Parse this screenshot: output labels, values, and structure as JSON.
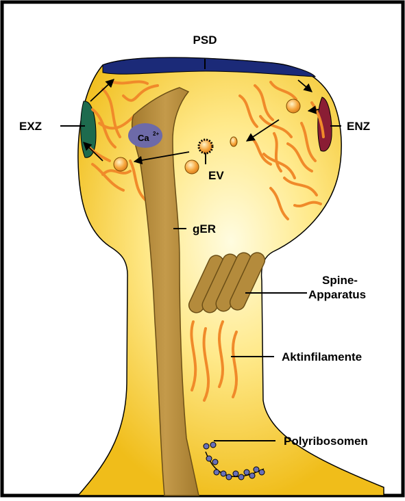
{
  "labels": {
    "psd": "PSD",
    "exz": "EXZ",
    "enz": "ENZ",
    "ev": "EV",
    "ger": "gER",
    "ca_base": "Ca",
    "ca_sup": "2+",
    "spine_line1": "Spine-",
    "spine_line2": "Apparatus",
    "aktin": "Aktinfilamente",
    "polyribosomen": "Polyribosomen"
  },
  "colors": {
    "spine_fill_center": "#fff9c4",
    "spine_fill_edge": "#f2c11e",
    "psd": "#1b2a78",
    "exz": "#1e6b4e",
    "enz": "#8a1d34",
    "actin": "#f08a2a",
    "ger": "#b38b3a",
    "ca_ellipse": "#6d6aa8",
    "ribosome": "#6870b8"
  }
}
